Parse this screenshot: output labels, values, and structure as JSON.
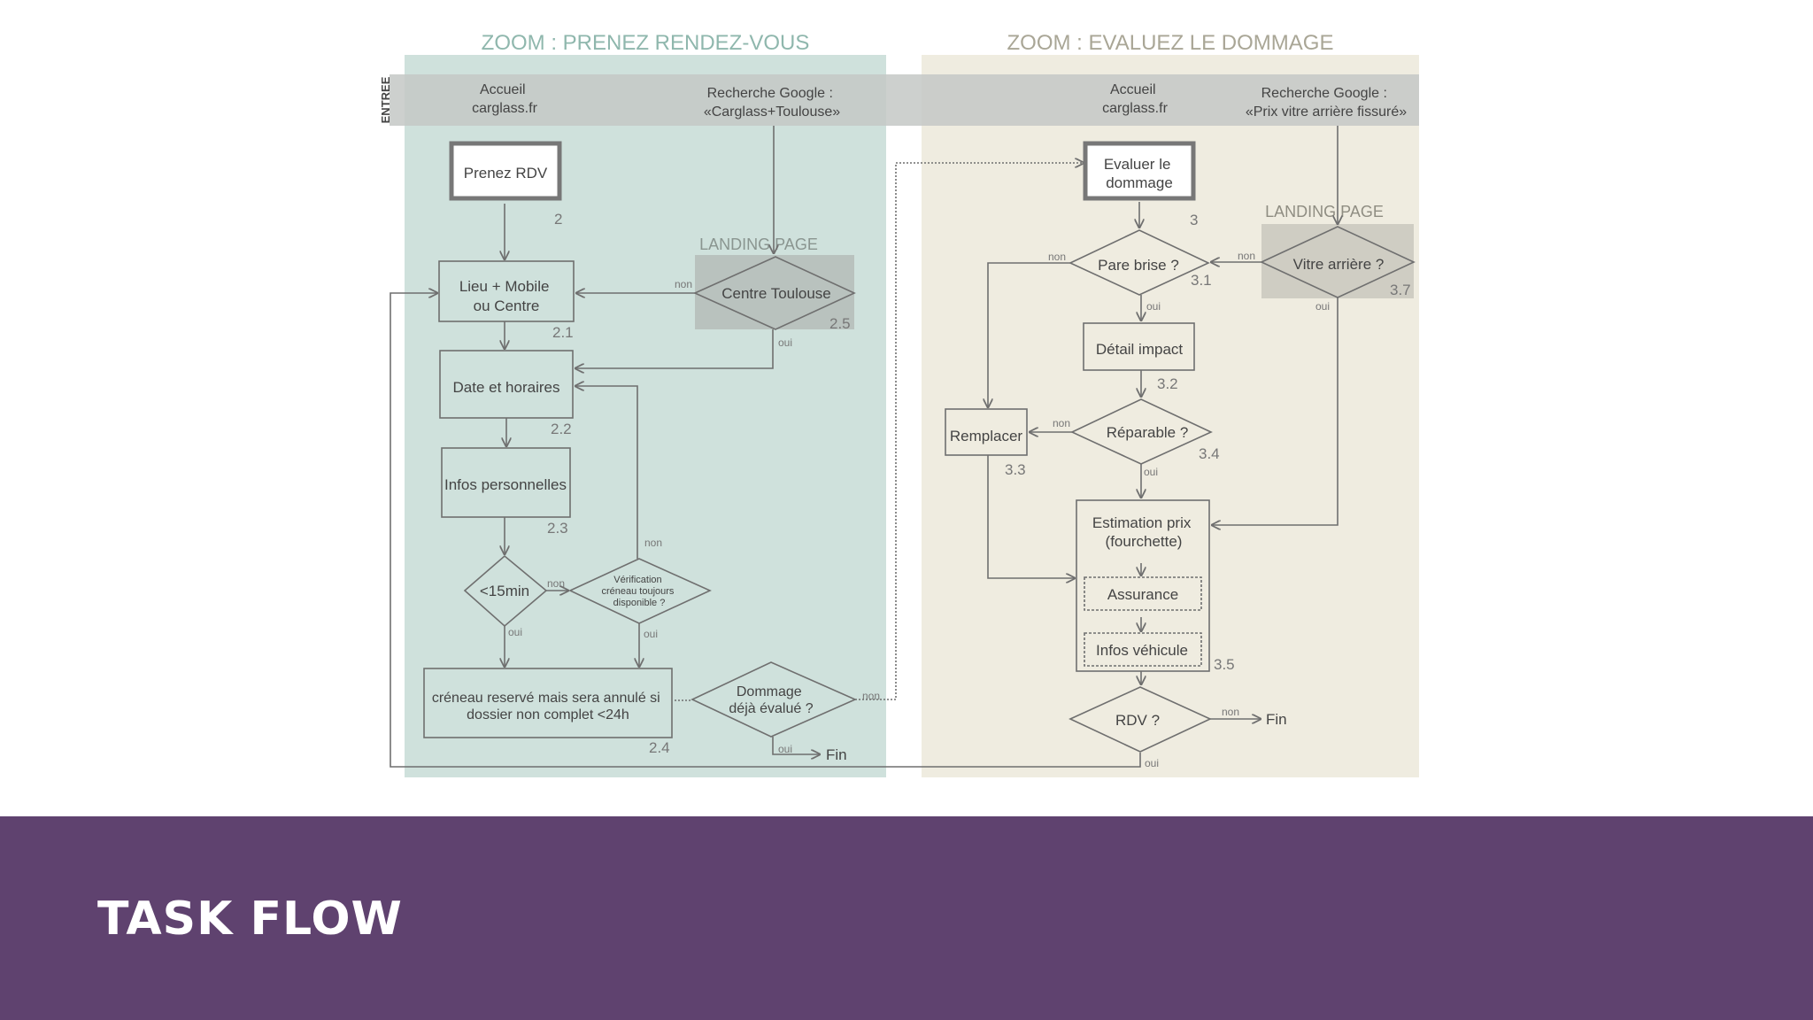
{
  "colors": {
    "green_zone": "#cfe1dc",
    "tan_zone": "#efece0",
    "entry_band": "#c4c8c5",
    "landing_shade": "#b9c2be",
    "line": "#6f6f6f",
    "footer": "#5f426f"
  },
  "zones": {
    "left_title": "ZOOM : PRENEZ RENDEZ-VOUS",
    "right_title": "ZOOM : EVALUEZ LE DOMMAGE",
    "entry_label": "ENTREE",
    "landing_label_left": "LANDING PAGE",
    "landing_label_right": "LANDING PAGE"
  },
  "entries": {
    "left_home": [
      "Accueil",
      "carglass.fr"
    ],
    "left_google": [
      "Recherche Google :",
      "«Carglass+Toulouse»"
    ],
    "right_home": [
      "Accueil",
      "carglass.fr"
    ],
    "right_google": [
      "Recherche Google :",
      "«Prix vitre arrière fissuré»"
    ]
  },
  "nodes": {
    "prenez_rdv": "Prenez RDV",
    "lieu": [
      "Lieu + Mobile",
      "ou Centre"
    ],
    "centre_toulouse": "Centre Toulouse",
    "date": "Date et horaires",
    "infos_perso": "Infos personnelles",
    "lt15": "<15min",
    "verification": [
      "Vérification",
      "créneau toujours",
      "disponible ?"
    ],
    "creneau": [
      "créneau reservé mais sera annulé si",
      "dossier non complet <24h"
    ],
    "dommage": [
      "Dommage",
      "déjà évalué ?"
    ],
    "fin_left": "Fin",
    "evaluer": [
      "Evaluer le",
      "dommage"
    ],
    "pare_brise": "Pare brise ?",
    "vitre": "Vitre arrière ?",
    "detail": "Détail impact",
    "remplacer": "Remplacer",
    "reparable": "Réparable ?",
    "estimation": [
      "Estimation prix",
      "(fourchette)"
    ],
    "assurance": "Assurance",
    "infos_vehicule": "Infos véhicule",
    "rdv": "RDV ?",
    "fin_right": "Fin"
  },
  "numbers": {
    "n2": "2",
    "n21": "2.1",
    "n22": "2.2",
    "n23": "2.3",
    "n24": "2.4",
    "n25": "2.5",
    "n3": "3",
    "n31": "3.1",
    "n32": "3.2",
    "n33": "3.3",
    "n34": "3.4",
    "n35": "3.5",
    "n37": "3.7"
  },
  "edges": {
    "non": "non",
    "oui": "oui"
  },
  "footer": {
    "title": "TASK FLOW"
  }
}
